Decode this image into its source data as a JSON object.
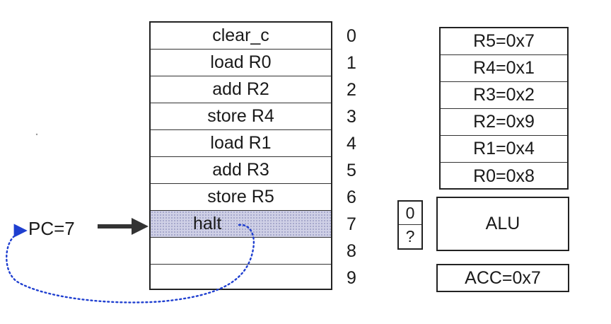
{
  "memory": {
    "rows": [
      {
        "address": "0",
        "instruction": "clear_c"
      },
      {
        "address": "1",
        "instruction": "load R0"
      },
      {
        "address": "2",
        "instruction": "add R2"
      },
      {
        "address": "3",
        "instruction": "store R4"
      },
      {
        "address": "4",
        "instruction": "load R1"
      },
      {
        "address": "5",
        "instruction": "add R3"
      },
      {
        "address": "6",
        "instruction": "store R5"
      },
      {
        "address": "7",
        "instruction": "halt"
      },
      {
        "address": "8",
        "instruction": ""
      },
      {
        "address": "9",
        "instruction": ""
      }
    ],
    "highlighted_address": "7",
    "highlight_color": "#cfd0e6"
  },
  "registers": [
    "R5=0x7",
    "R4=0x1",
    "R3=0x2",
    "R2=0x9",
    "R1=0x4",
    "R0=0x8"
  ],
  "alu": {
    "label": "ALU"
  },
  "flags": [
    "0",
    "?"
  ],
  "accumulator": {
    "label": "ACC=0x7"
  },
  "pc": {
    "label": "PC=7",
    "loop_arrow_color": "#1f3fd0"
  }
}
